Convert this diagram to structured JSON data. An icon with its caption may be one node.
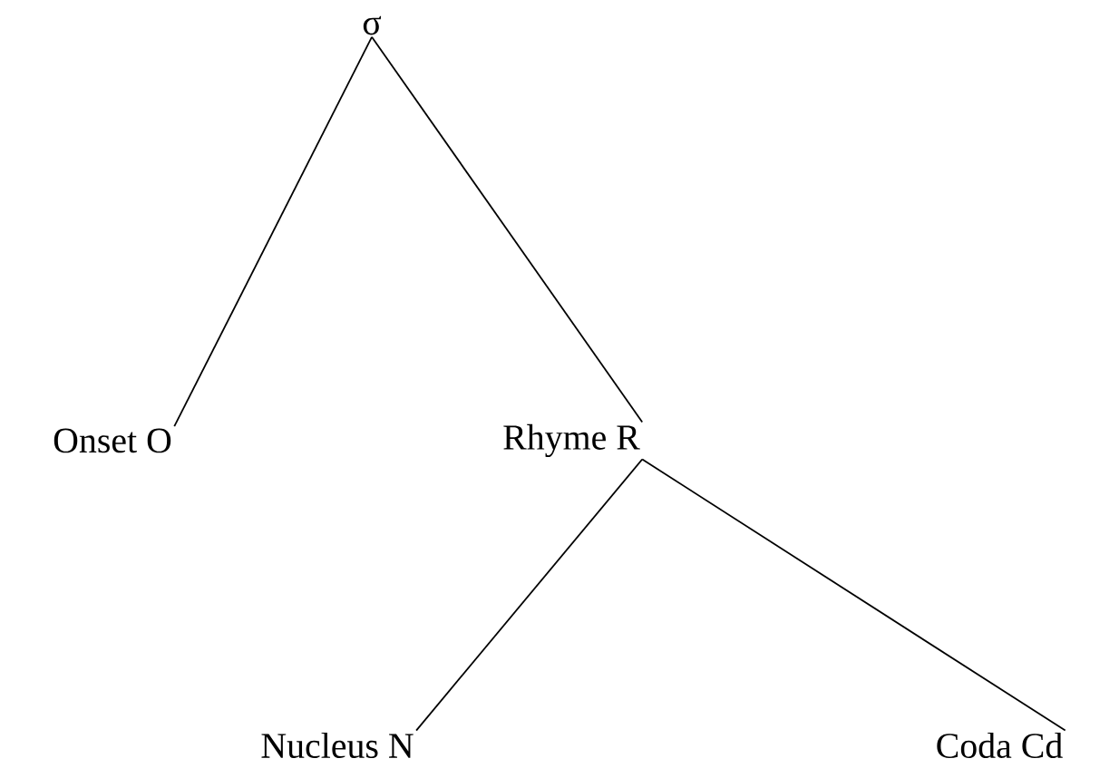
{
  "diagram": {
    "nodes": [
      {
        "text": [
          "σ"
        ]
      },
      {
        "text": [
          "Onset O"
        ]
      },
      {
        "text": [
          "Rhyme R"
        ]
      },
      {
        "text": [
          "Nucleus N"
        ]
      },
      {
        "text": [
          "Coda Cd"
        ]
      }
    ],
    "edges": [
      {
        "from": 0,
        "to": 1,
        "arrow": "none"
      },
      {
        "from": 0,
        "to": 2,
        "arrow": "none"
      },
      {
        "from": 2,
        "to": 3,
        "arrow": "none"
      },
      {
        "from": 2,
        "to": 4,
        "arrow": "none"
      }
    ]
  }
}
